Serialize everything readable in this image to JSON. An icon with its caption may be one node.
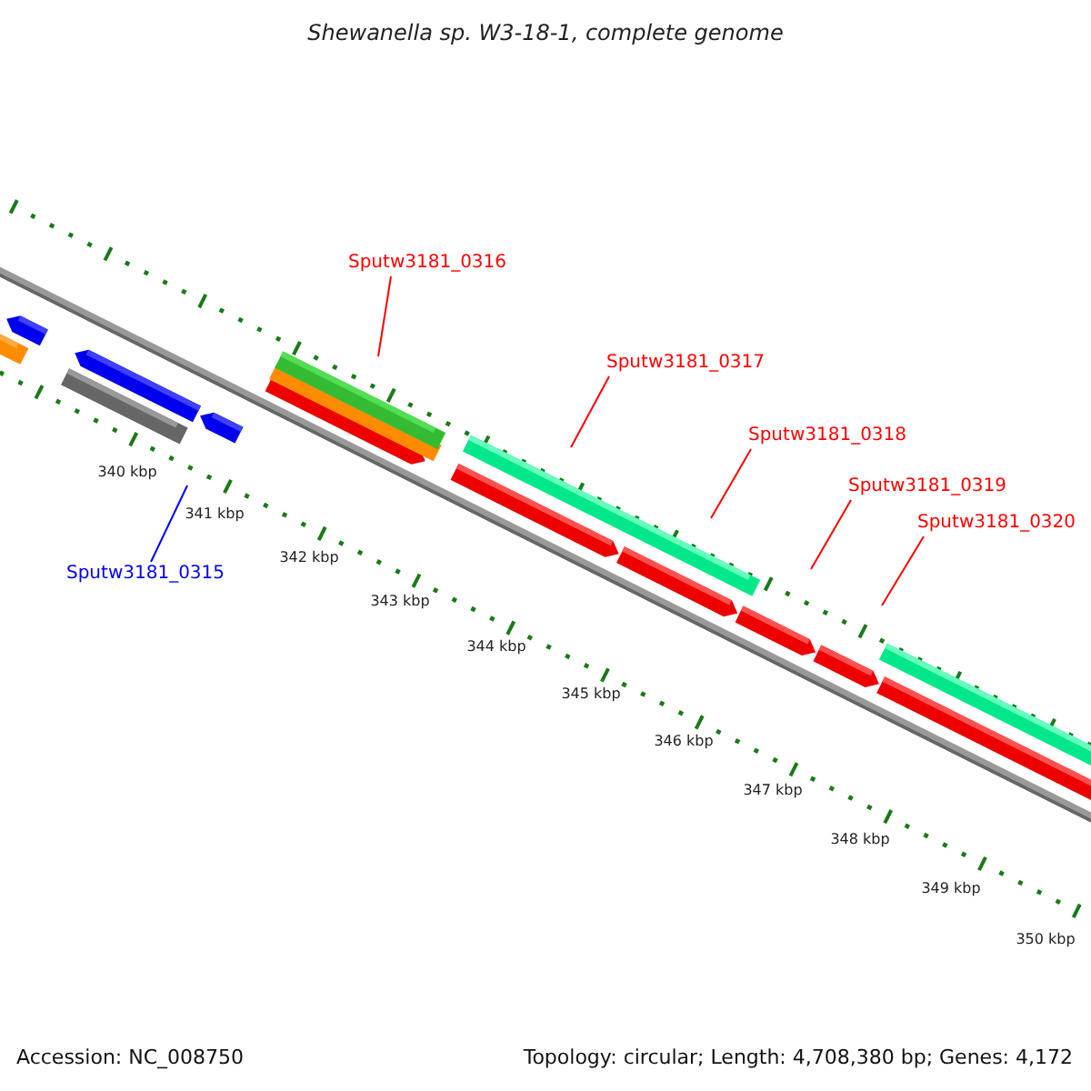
{
  "diagram": {
    "title": "Shewanella sp. W3-18-1, complete genome",
    "nodes": [
      {
        "text": [
          "Sputw3181_0316"
        ]
      },
      {
        "text": [
          "Sputw3181_0317"
        ]
      },
      {
        "text": [
          "Sputw3181_0318"
        ]
      },
      {
        "text": [
          "Sputw3181_0319"
        ]
      },
      {
        "text": [
          "Sputw3181_0320"
        ]
      },
      {
        "text": [
          "Sputw3181_0315"
        ]
      }
    ],
    "edges": [
      {
        "from": 0,
        "to": null,
        "arrow": "none"
      },
      {
        "from": 1,
        "to": null,
        "arrow": "none"
      },
      {
        "from": 2,
        "to": null,
        "arrow": "none"
      },
      {
        "from": 3,
        "to": null,
        "arrow": "none"
      },
      {
        "from": 4,
        "to": null,
        "arrow": "none"
      },
      {
        "from": 5,
        "to": null,
        "arrow": "none",
        "color": "#0000ff"
      }
    ],
    "labels": [
      "340 kbp",
      "341 kbp",
      "342 kbp",
      "343 kbp",
      "344 kbp",
      "345 kbp",
      "346 kbp",
      "347 kbp",
      "348 kbp",
      "349 kbp",
      "350 kbp",
      "Accession: NC_008750",
      "Topology: circular; Length: 4,708,380 bp; Genes: 4,172"
    ]
  }
}
